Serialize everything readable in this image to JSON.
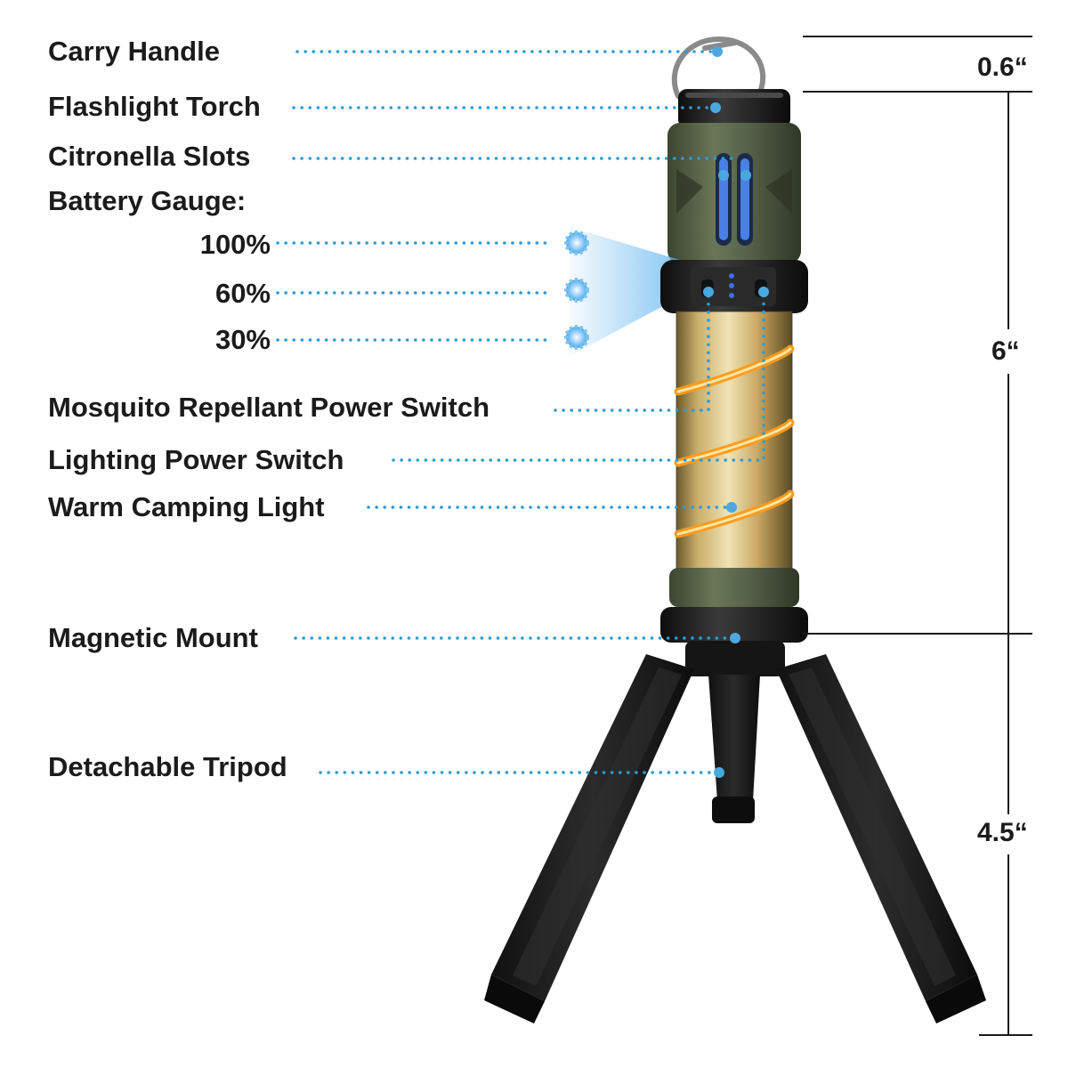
{
  "labels": {
    "carry_handle": "Carry Handle",
    "flashlight_torch": "Flashlight Torch",
    "citronella_slots": "Citronella Slots",
    "battery_gauge": "Battery Gauge:",
    "battery_100": "100%",
    "battery_60": "60%",
    "battery_30": "30%",
    "mosquito_switch": "Mosquito Repellant Power Switch",
    "lighting_switch": "Lighting Power Switch",
    "warm_light": "Warm Camping Light",
    "magnetic_mount": "Magnetic Mount",
    "detachable_tripod": "Detachable Tripod"
  },
  "dimensions": {
    "handle_height": "0.6“",
    "lantern_height": "6“",
    "tripod_height": "4.5“"
  },
  "colors": {
    "leader_blue": "#2f9ad8",
    "dot_blue": "#4aa8e0",
    "olive": "#4e5a3e",
    "black_plastic": "#1f1f1f",
    "warm_glow": "#f2b541",
    "indicator_blue": "#3a6ee8"
  }
}
